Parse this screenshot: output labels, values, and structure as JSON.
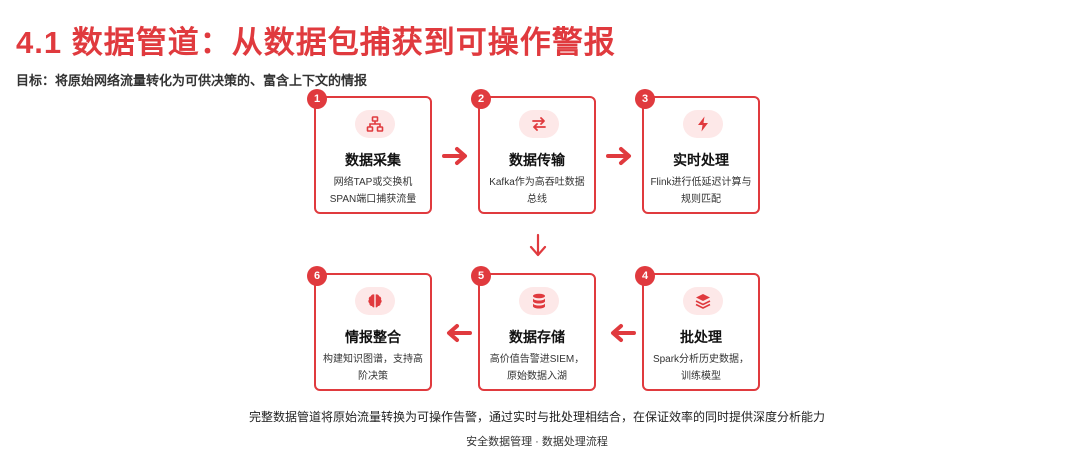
{
  "header": {
    "title": "4.1 数据管道：从数据包捕获到可操作警报",
    "subtitle": "目标：将原始网络流量转化为可供决策的、富含上下文的情报"
  },
  "steps": [
    {
      "number": "1",
      "title": "数据采集",
      "desc": "网络TAP或交换机SPAN端口捕获流量",
      "icon": "network-icon"
    },
    {
      "number": "2",
      "title": "数据传输",
      "desc": "Kafka作为高吞吐数据总线",
      "icon": "exchange-icon"
    },
    {
      "number": "3",
      "title": "实时处理",
      "desc": "Flink进行低延迟计算与规则匹配",
      "icon": "bolt-icon"
    },
    {
      "number": "4",
      "title": "批处理",
      "desc": "Spark分析历史数据，训练模型",
      "icon": "layers-icon"
    },
    {
      "number": "5",
      "title": "数据存储",
      "desc": "高价值告警进SIEM，原始数据入湖",
      "icon": "database-icon"
    },
    {
      "number": "6",
      "title": "情报整合",
      "desc": "构建知识图谱，支持高阶决策",
      "icon": "brain-icon"
    }
  ],
  "summary": "完整数据管道将原始流量转换为可操作告警，通过实时与批处理相结合，在保证效率的同时提供深度分析能力",
  "footer": "安全数据管理 · 数据处理流程",
  "colors": {
    "accent": "#e03a3e",
    "icon_bg": "#fde8e8"
  }
}
